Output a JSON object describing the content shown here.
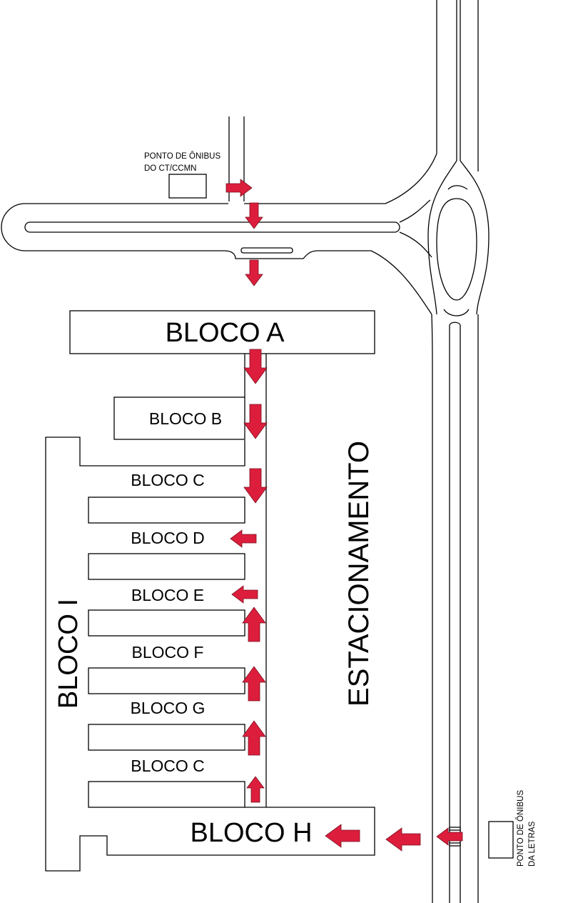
{
  "buildings": {
    "a": "BLOCO A",
    "b": "BLOCO B",
    "c": "BLOCO C",
    "d": "BLOCO D",
    "e": "BLOCO E",
    "f": "BLOCO F",
    "g": "BLOCO G",
    "c2": "BLOCO C",
    "h": "BLOCO H",
    "i": "BLOCO I"
  },
  "parking": "ESTACIONAMENTO",
  "bus_stops": {
    "ct_line1": "PONTO DE ÔNIBUS",
    "ct_line2": "DO CT/CCMN",
    "letras_line1": "PONTO DE ÔNIBUS",
    "letras_line2": "DA LETRAS"
  },
  "colors": {
    "arrow_fill": "#dc1e3c",
    "outline": "#000000"
  },
  "icons": [
    "arrow-right-icon",
    "arrow-down-icon",
    "arrow-left-icon",
    "arrow-up-icon"
  ]
}
